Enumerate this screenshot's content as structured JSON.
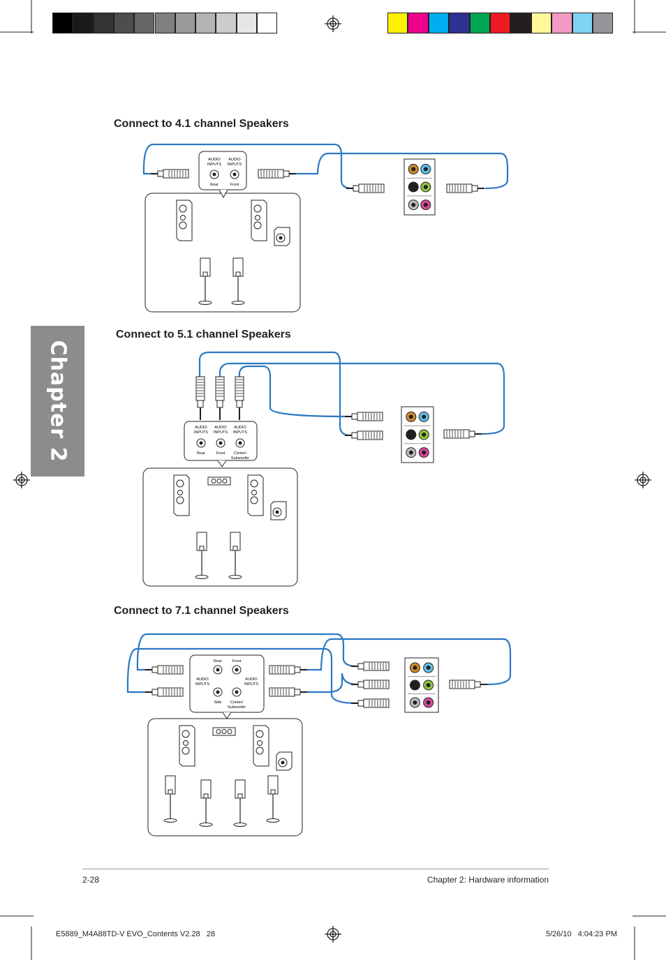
{
  "colors": {
    "cable": "#2b78c2",
    "gray_bar": [
      "#000000",
      "#1a1a1a",
      "#333333",
      "#4d4d4d",
      "#666666",
      "#808080",
      "#999999",
      "#b3b3b3",
      "#cccccc",
      "#e6e6e6",
      "#ffffff"
    ],
    "color_bar": [
      "#fff200",
      "#ec008c",
      "#00aeef",
      "#2e3192",
      "#00a651",
      "#ed1c24",
      "#231f20",
      "#fff799",
      "#f49ac2",
      "#7dd4f5",
      "#939598"
    ],
    "tab": "#8c8c8c",
    "jack_orange": "#d18b2c",
    "jack_blue": "#5fc1ea",
    "jack_black": "#231f20",
    "jack_green": "#8dc63f",
    "jack_gray": "#bcbec0",
    "jack_pink": "#d9489b"
  },
  "chapter_tab": {
    "label": "Chapter 2"
  },
  "sections": [
    {
      "heading": "Connect to 4.1 channel Speakers",
      "inputs_header": [
        "AUDIO",
        "INPUTS"
      ],
      "labels": [
        "Rear",
        "Front"
      ]
    },
    {
      "heading": "Connect to 5.1 channel Speakers",
      "inputs_header": [
        "AUDIO",
        "INPUTS"
      ],
      "labels": [
        "Rear",
        "Front",
        "Center/",
        "Subwoofer"
      ]
    },
    {
      "heading": "Connect to 7.1 channel Speakers",
      "inputs_header": [
        "AUDIO",
        "INPUTS"
      ],
      "labels": [
        "Rear",
        "Front",
        "Side",
        "Center/",
        "Subwoofer"
      ]
    }
  ],
  "footer": {
    "page_number": "2-28",
    "chapter_title": "Chapter 2: Hardware information"
  },
  "slug": {
    "file": "E5889_M4A88TD-V EVO_Contents V2.28   28",
    "datetime": "5/26/10   4:04:23 PM"
  },
  "icons": [
    "registration-mark-icon",
    "crop-mark-icon",
    "speaker-icon",
    "subwoofer-icon",
    "plug-icon",
    "audio-port-panel-icon"
  ]
}
